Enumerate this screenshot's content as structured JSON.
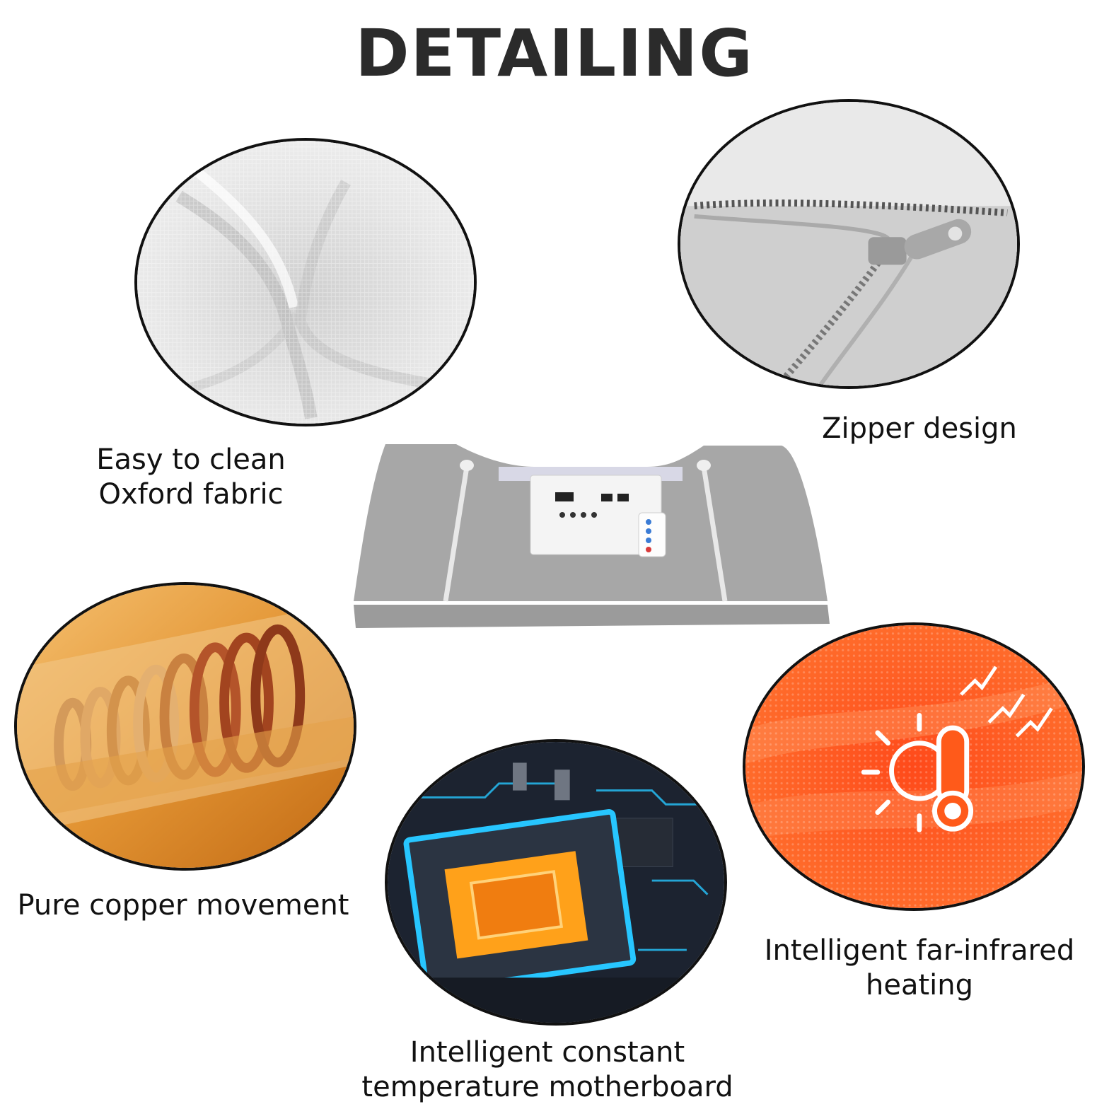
{
  "title": "DETAILING",
  "features": {
    "fabric": {
      "icon": "fabric-texture-image",
      "line1": "Easy to clean",
      "line2": "Oxford fabric"
    },
    "zipper": {
      "icon": "zipper-image",
      "line1": "Zipper design"
    },
    "copper": {
      "icon": "copper-coil-image",
      "line1": "Pure copper movement"
    },
    "motherboard": {
      "icon": "motherboard-chip-image",
      "line1": "Intelligent constant",
      "line2": "temperature motherboard"
    },
    "heating": {
      "icon": "thermometer-sun-icon",
      "line1": "Intelligent far-infrared",
      "line2": "heating"
    }
  },
  "product": {
    "icon": "sauna-blanket-image"
  },
  "colors": {
    "copper": "#e08a2a",
    "infrared": "#ff5a1a",
    "fabric": "#d9d9d9",
    "blanket": "#a3a3a3",
    "circuit_glow": "#27c6ff"
  }
}
